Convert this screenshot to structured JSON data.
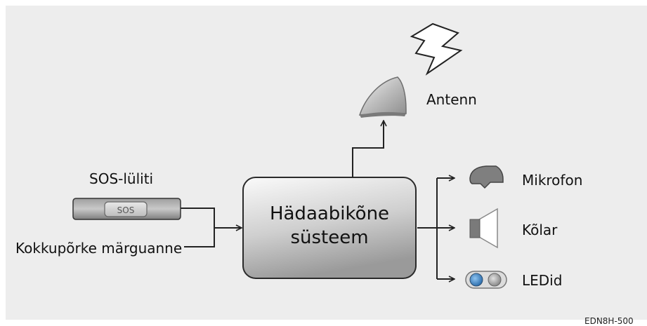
{
  "central": {
    "line1": "Hädaabikõne",
    "line2": "süsteem"
  },
  "labels": {
    "antenna": "Antenn",
    "sos_switch": "SOS-lüliti",
    "sos_button": "SOS",
    "crash_signal": "Kokkupõrke märguanne",
    "microphone": "Mikrofon",
    "speaker": "Kõlar",
    "leds": "LEDid"
  },
  "figure_code": "EDN8H-500"
}
